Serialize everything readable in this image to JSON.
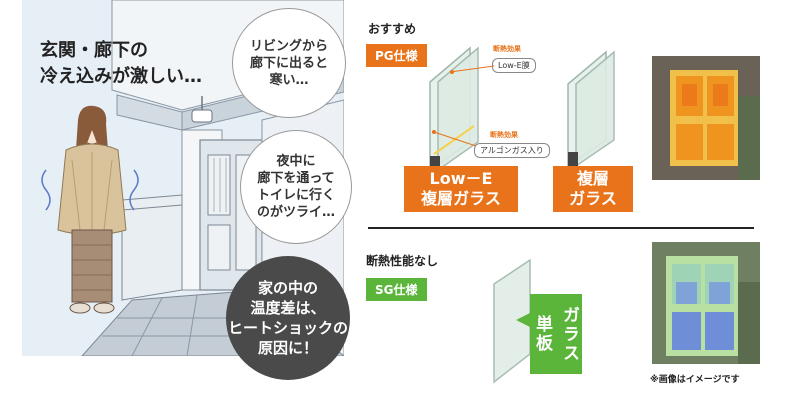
{
  "left": {
    "headline_line1": "玄関・廊下の",
    "headline_line2": "冷え込みが激しい…",
    "bubble1": [
      "リビングから",
      "廊下に出ると",
      "寒い…"
    ],
    "bubble2": [
      "夜中に",
      "廊下を通って",
      "トイレに行く",
      "のがツライ…"
    ],
    "bubble_dark": [
      "家の中の",
      "温度差は、",
      "ヒートショックの",
      "原因に！"
    ]
  },
  "recommended": {
    "section_title": "おすすめ",
    "spec_badge": "PG仕様",
    "callout1_tag": "断熱効果",
    "callout1_text": "Low-E膜",
    "callout2_tag": "断熱効果",
    "callout2_text": "アルゴンガス入り",
    "lowe_label_line1": "Low－E",
    "lowe_label_line2": "複層ガラス",
    "double_label_line1": "複層",
    "double_label_line2": "ガラス"
  },
  "none": {
    "section_title": "断熱性能なし",
    "spec_badge": "SG仕様",
    "single_label_col1": "単板",
    "single_label_col2": "ガラス"
  },
  "note": "※画像はイメージです",
  "colors": {
    "orange": "#e8731a",
    "green": "#5bb53a",
    "dark_bubble": "#4a4a4a",
    "panel_bg": "#e6eef6"
  }
}
